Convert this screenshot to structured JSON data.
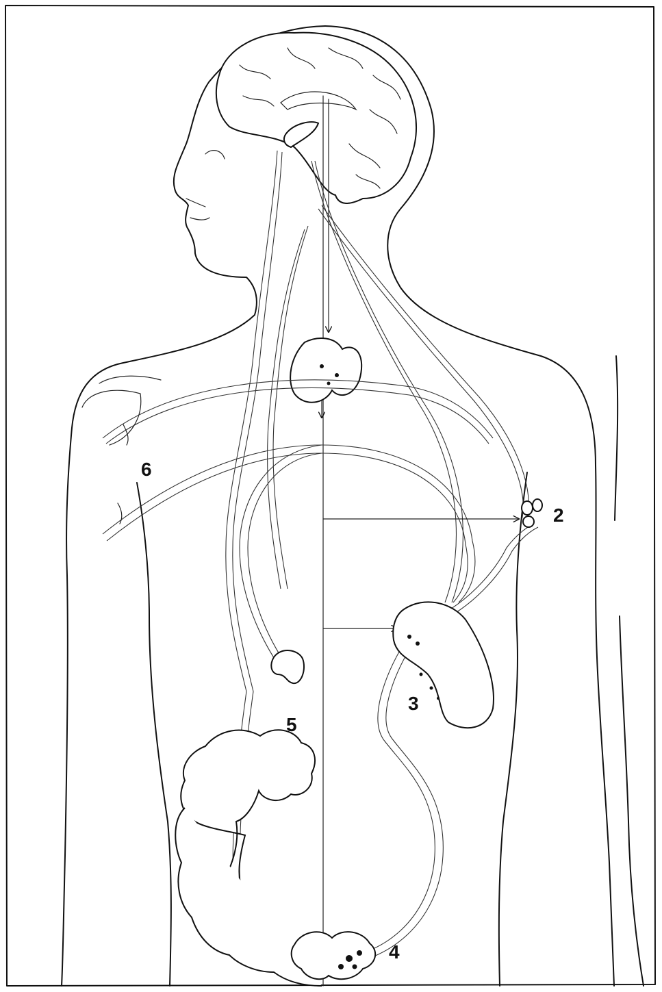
{
  "labels": {
    "l2": "2",
    "l3": "3",
    "l4": "4",
    "l5": "5",
    "l6": "6"
  },
  "colors": {
    "line": "#111111",
    "background": "#ffffff"
  }
}
